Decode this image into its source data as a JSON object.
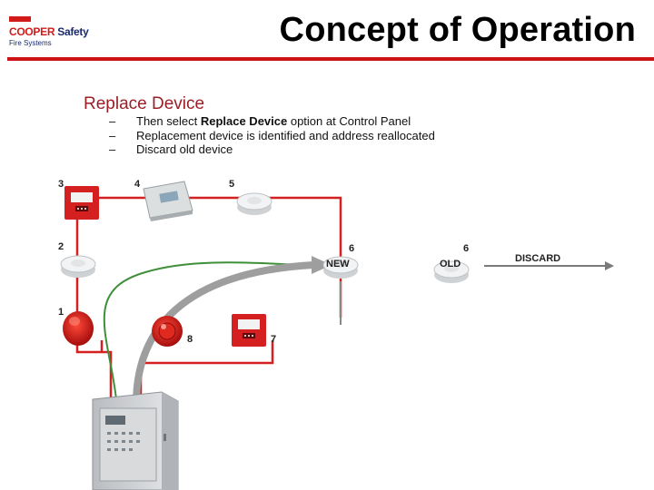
{
  "header": {
    "title": "Concept of Operation",
    "logo_brand": "COOPER",
    "logo_brand_suffix": "Safety",
    "logo_subtitle": "Fire Systems"
  },
  "section": {
    "heading": "Replace Device",
    "bullets": [
      {
        "dash": "–",
        "pre": "Then select ",
        "bold": "Replace Device",
        "post": " option at Control Panel"
      },
      {
        "dash": "–",
        "pre": "Replacement device is identified and address reallocated",
        "bold": "",
        "post": ""
      },
      {
        "dash": "–",
        "pre": "Discard old device",
        "bold": "",
        "post": ""
      }
    ]
  },
  "diagram": {
    "numbers": {
      "n1": "1",
      "n2": "2",
      "n3": "3",
      "n4": "4",
      "n5": "5",
      "n6_new": "6",
      "n6_old": "6",
      "n7": "7",
      "n8": "8"
    },
    "labels": {
      "new": "NEW",
      "old": "OLD",
      "discard": "DISCARD"
    }
  },
  "colors": {
    "accent_red": "#cc1414",
    "heading_red": "#9a1f26",
    "wire_red": "#d42020",
    "arrow_gray": "#9e9e9e"
  }
}
